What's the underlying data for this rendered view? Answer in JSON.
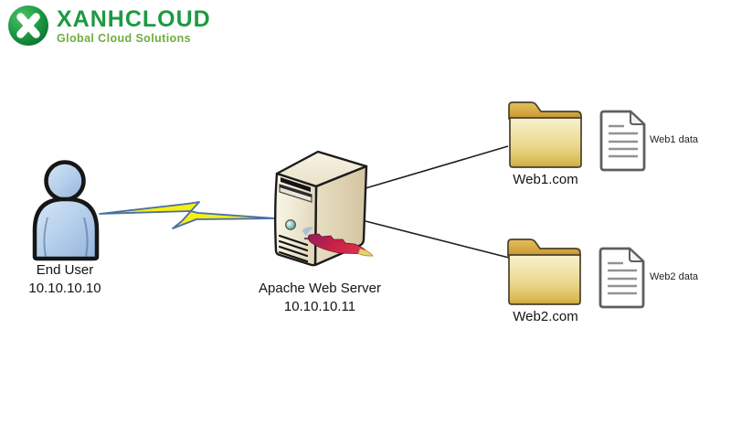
{
  "logo": {
    "brand": "XANHCLOUD",
    "tagline": "Global Cloud Solutions"
  },
  "end_user": {
    "label": "End User",
    "ip": "10.10.10.10"
  },
  "server": {
    "label": "Apache Web Server",
    "ip": "10.10.10.11"
  },
  "sites": [
    {
      "label": "Web1.com",
      "data_label": "Web1 data"
    },
    {
      "label": "Web2.com",
      "data_label": "Web2 data"
    }
  ],
  "colors": {
    "brand_green": "#1c9a41",
    "tagline_green": "#70ad3f",
    "bolt_yellow": "#f4ee14",
    "bolt_outline": "#4a6fa5",
    "folder_gold": "#d2a53b",
    "apache_red": "#c42045",
    "connector_line": "#1f1f1f"
  }
}
